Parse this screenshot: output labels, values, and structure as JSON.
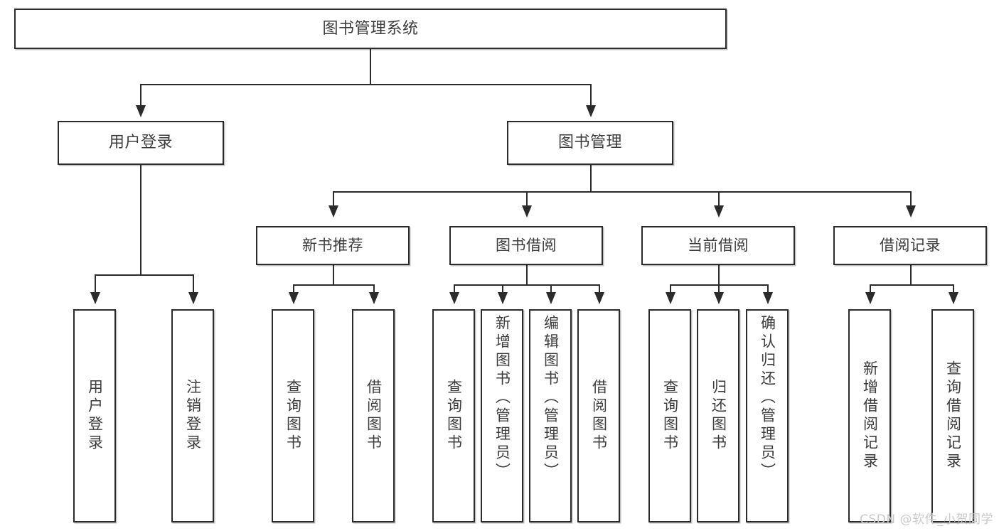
{
  "diagram": {
    "title": "图书管理系统",
    "type": "hierarchy-tree",
    "root": {
      "label": "图书管理系统"
    },
    "level1": [
      {
        "label": "用户登录"
      },
      {
        "label": "图书管理"
      }
    ],
    "level2": [
      {
        "label": "新书推荐"
      },
      {
        "label": "图书借阅"
      },
      {
        "label": "当前借阅"
      },
      {
        "label": "借阅记录"
      }
    ],
    "leaves": {
      "user_login": [
        {
          "label": "用户登录"
        },
        {
          "label": "注销登录"
        }
      ],
      "new_book_recommend": [
        {
          "label": "查询图书"
        },
        {
          "label": "借阅图书"
        }
      ],
      "book_borrow": [
        {
          "label": "查询图书"
        },
        {
          "label": "新增图书（管理员）"
        },
        {
          "label": "编辑图书（管理员）"
        },
        {
          "label": "借阅图书"
        }
      ],
      "current_borrow": [
        {
          "label": "查询图书"
        },
        {
          "label": "归还图书"
        },
        {
          "label": "确认归还（管理员）"
        }
      ],
      "borrow_record": [
        {
          "label": "新增借阅记录"
        },
        {
          "label": "查询借阅记录"
        }
      ]
    }
  },
  "watermark": {
    "text": "CSDN @软件_小贺同学"
  },
  "colors": {
    "border": "#2b2b2b",
    "text": "#3c3c3c",
    "background": "#ffffff",
    "watermark": "#c9c9c9"
  }
}
